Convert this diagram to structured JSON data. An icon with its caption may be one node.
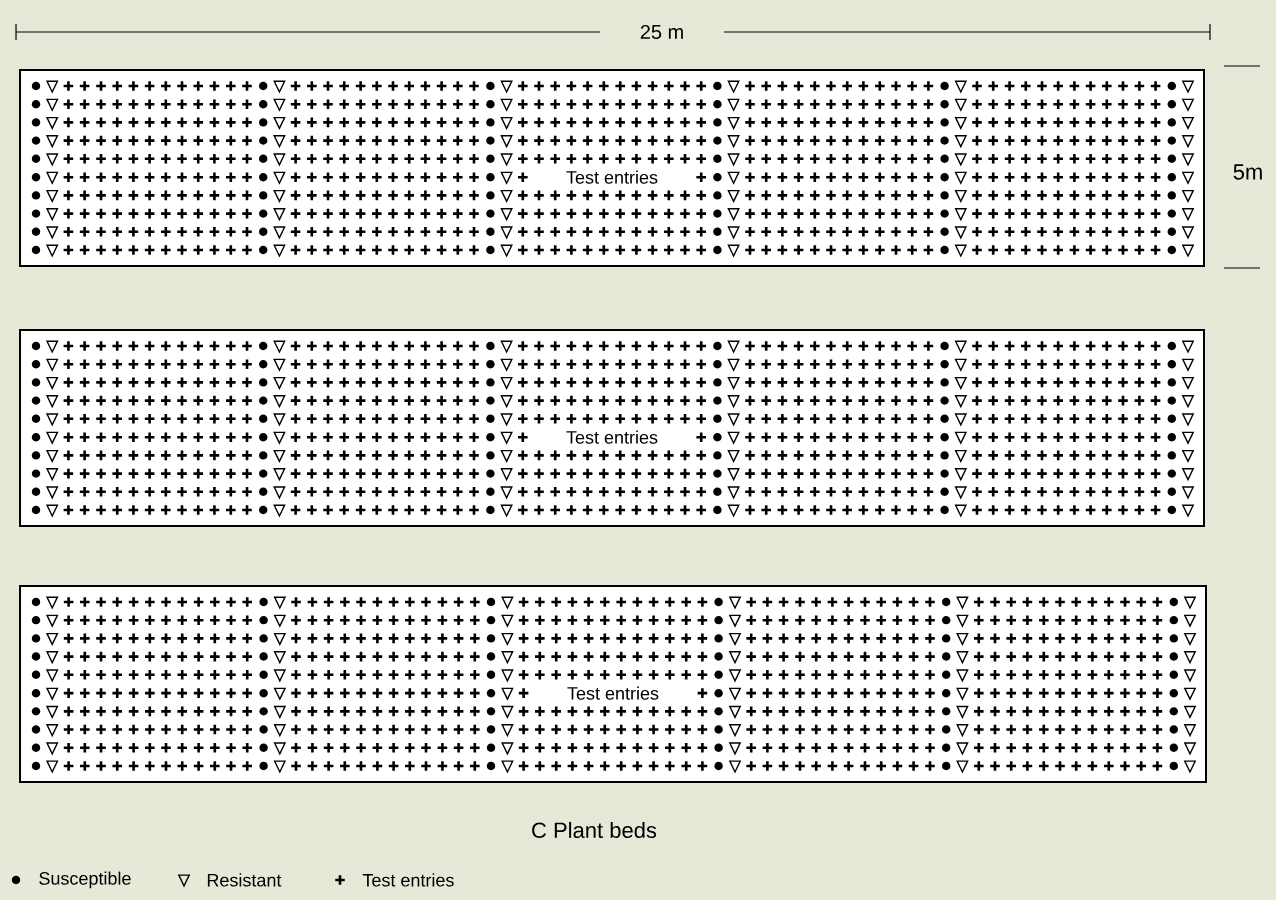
{
  "diagram": {
    "caption": "C Plant beds",
    "nodes": [
      {
        "text": [
          "Test entries"
        ]
      },
      {
        "text": [
          "Test entries"
        ]
      },
      {
        "text": [
          "Test entries"
        ]
      }
    ],
    "labels": [
      "25 m",
      "5m"
    ],
    "legend": [
      {
        "text": "Susceptible"
      },
      {
        "text": "Resistant"
      },
      {
        "text": "Test entries"
      }
    ]
  }
}
